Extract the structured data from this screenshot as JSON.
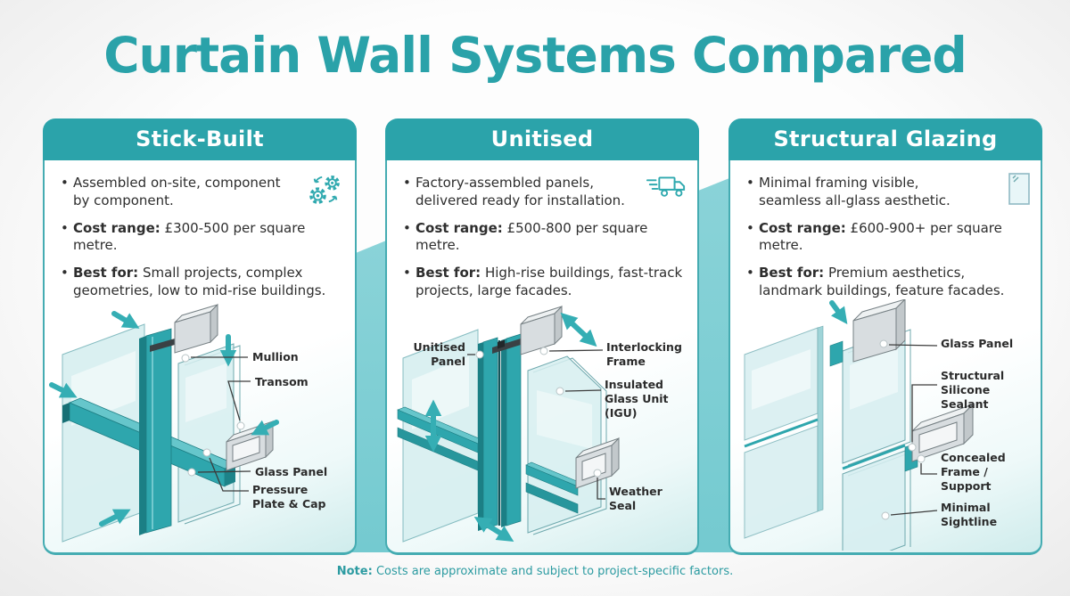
{
  "title": "Curtain Wall Systems Compared",
  "colors": {
    "accent_teal": "#2BA3AA",
    "ribbon_teal": "#7FCFD5",
    "header_text": "#FFFFFF",
    "body_text": "#2E2E2E",
    "note_teal": "#2C9BA1"
  },
  "cards": [
    {
      "title": "Stick-Built",
      "icon": "gears-icon",
      "bullets": [
        {
          "lead": "",
          "text": "Assembled on-site, component by component."
        },
        {
          "lead": "Cost range:",
          "text": "£300-500 per square metre."
        },
        {
          "lead": "Best for:",
          "text": "Small projects, complex geometries, low to mid-rise buildings."
        }
      ],
      "labels": [
        "Mullion",
        "Transom",
        "Glass Panel",
        "Pressure Plate & Cap"
      ]
    },
    {
      "title": "Unitised",
      "icon": "delivery-truck-icon",
      "bullets": [
        {
          "lead": "",
          "text": "Factory-assembled panels, delivered ready for installation."
        },
        {
          "lead": "Cost range:",
          "text": "£500-800 per square metre."
        },
        {
          "lead": "Best for:",
          "text": "High-rise buildings, fast-track projects, large facades."
        }
      ],
      "labels": [
        "Unitised Panel",
        "Interlocking Frame",
        "Insulated Glass Unit (IGU)",
        "Weather Seal"
      ]
    },
    {
      "title": "Structural Glazing",
      "icon": "glass-panel-icon",
      "bullets": [
        {
          "lead": "",
          "text": "Minimal framing visible, seamless all-glass aesthetic."
        },
        {
          "lead": "Cost range:",
          "text": "£600-900+ per square metre."
        },
        {
          "lead": "Best for:",
          "text": "Premium aesthetics, landmark buildings, feature facades."
        }
      ],
      "labels": [
        "Glass Panel",
        "Structural Silicone Sealant",
        "Concealed Frame / Support",
        "Minimal Sightline"
      ]
    }
  ],
  "footer": {
    "note_label": "Note:",
    "note_text": "Costs are approximate and subject to project-specific factors."
  }
}
